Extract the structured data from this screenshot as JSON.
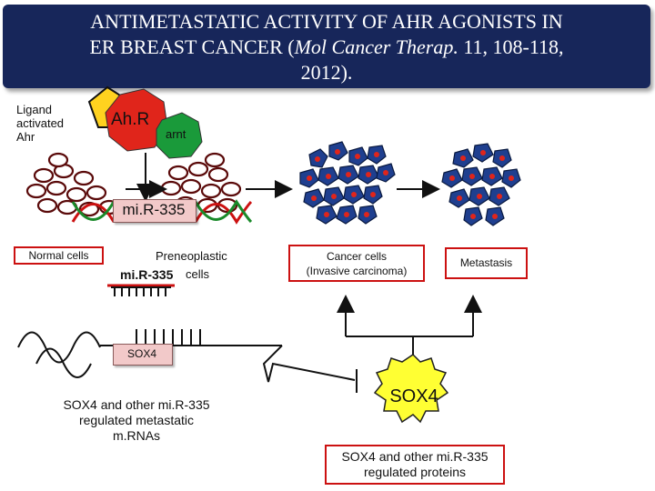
{
  "title": {
    "line1": "ANTIMETASTATIC ACTIVITY OF AHR AGONISTS IN",
    "line2_a": "ER BREAST CANCER (",
    "line2_b": "Mol Cancer Therap.",
    "line2_c": " 11, 108-118,",
    "line3": "2012)."
  },
  "left_label": {
    "line1": "Ligand",
    "line2": "activated",
    "line3": "Ahr"
  },
  "ahr": {
    "ahr": "Ah.R",
    "arnt": "arnt"
  },
  "mir_box": "mi.R-335",
  "stages": {
    "normal": "Normal cells",
    "preneoplastic_l1": "Preneoplastic",
    "preneoplastic_l2": "cells",
    "preneoplastic_mir": "mi.R-335",
    "cancer_l1": "Cancer cells",
    "cancer_l2": "(Invasive carcinoma)",
    "metastasis": "Metastasis"
  },
  "sox4_mrna": "SOX4",
  "sox4_text": {
    "line1": "SOX4 and other mi.R-335",
    "line2": "regulated metastatic",
    "line3": "m.RNAs"
  },
  "sox4_protein": "SOX4",
  "sox4_proteins_text": {
    "line1": "SOX4 and other mi.R-335",
    "line2": "regulated proteins"
  },
  "colors": {
    "title_bg": "#17265a",
    "ahr_red": "#e0251b",
    "ligand_yellow": "#ffd21f",
    "cancer_blue": "#1f3f8f",
    "box_red": "#cc1111",
    "sox4_yellow": "#ffff33"
  }
}
